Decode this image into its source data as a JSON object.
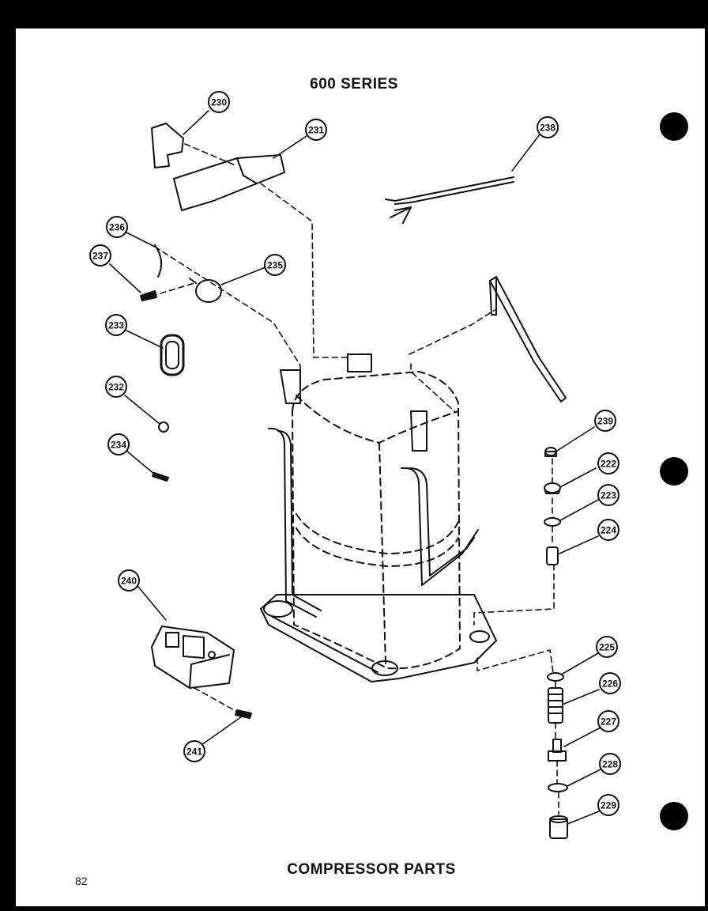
{
  "header": {
    "title": "600 SERIES"
  },
  "footer": {
    "caption": "COMPRESSOR PARTS",
    "page_number": "82"
  },
  "callouts": [
    "230",
    "231",
    "238",
    "236",
    "237",
    "235",
    "233",
    "232",
    "234",
    "239",
    "222",
    "223",
    "224",
    "240",
    "225",
    "226",
    "227",
    "228",
    "229",
    "241"
  ],
  "colors": {
    "ink": "#111111",
    "paper": "#ffffff",
    "frame": "#000000"
  }
}
